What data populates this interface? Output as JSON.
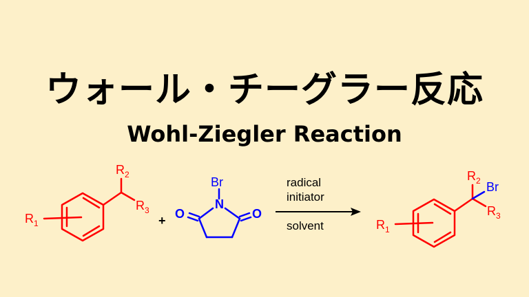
{
  "title_jp": "ウォール・チーグラー反応",
  "title_en": "Wohl-Ziegler Reaction",
  "reactant": {
    "r1": "R",
    "r1_sub": "1",
    "r2": "R",
    "r2_sub": "2",
    "r3": "R",
    "r3_sub": "3"
  },
  "plus": "+",
  "reagent": {
    "br": "Br",
    "n": "N",
    "o_left": "O",
    "o_right": "O"
  },
  "conditions": {
    "above_1": "radical",
    "above_2": "initiator",
    "below": "solvent"
  },
  "product": {
    "r1": "R",
    "r1_sub": "1",
    "r2": "R",
    "r2_sub": "2",
    "r3": "R",
    "r3_sub": "3",
    "br": "Br"
  },
  "colors": {
    "background": "#fdf0c9",
    "substrate": "#ff0000",
    "reagent": "#0000ff",
    "text": "#000000"
  }
}
